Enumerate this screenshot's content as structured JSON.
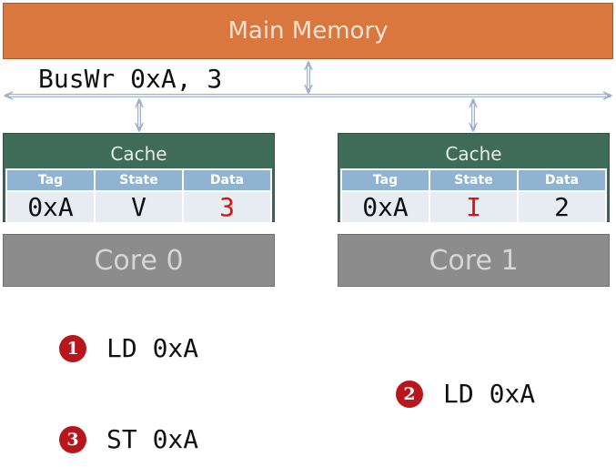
{
  "main_memory": {
    "label": "Main Memory"
  },
  "bus": {
    "transaction": "BusWr 0xA, 3"
  },
  "caches": [
    {
      "title": "Cache",
      "columns": [
        "Tag",
        "State",
        "Data"
      ],
      "row": {
        "tag": "0xA",
        "state": "V",
        "data": "3"
      },
      "core_label": "Core 0"
    },
    {
      "title": "Cache",
      "columns": [
        "Tag",
        "State",
        "Data"
      ],
      "row": {
        "tag": "0xA",
        "state": "I",
        "data": "2"
      },
      "core_label": "Core 1"
    }
  ],
  "steps": [
    {
      "number": "1",
      "text": "LD 0xA"
    },
    {
      "number": "2",
      "text": "LD 0xA"
    },
    {
      "number": "3",
      "text": "ST 0xA"
    }
  ],
  "colors": {
    "memory": "#d9773f",
    "cache_header": "#3f6b59",
    "table_header": "#8fb4d2",
    "core": "#8c8c8c",
    "highlight_red": "#e11010",
    "step_badge": "#b8151d",
    "bus_arrow": "#9fb4c8"
  }
}
